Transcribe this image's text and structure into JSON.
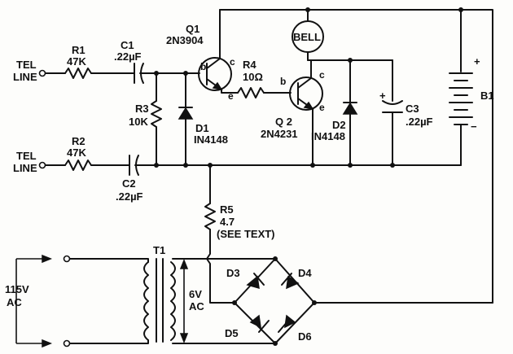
{
  "labels": {
    "tel_line_top_1": "TEL",
    "tel_line_top_2": "LINE",
    "tel_line_bot_1": "TEL",
    "tel_line_bot_2": "LINE",
    "r1_name": "R1",
    "r1_value": "47K",
    "c1_name": "C1",
    "c1_value": ".22µF",
    "q1_name": "Q1",
    "q1_part": "2N3904",
    "r3_name": "R3",
    "r3_value": "10K",
    "d1_name": "D1",
    "d1_part": "IN4148",
    "r4_name": "R4",
    "r4_value": "10Ω",
    "q2_name": "Q 2",
    "q2_part": "2N4231",
    "bell": "BELL",
    "d2_name": "D2",
    "d2_part": "IN4148",
    "c3_name": "C3",
    "c3_value": ".22µF",
    "b1_name": "B1",
    "plus_batt": "+",
    "minus_batt": "−",
    "plus_cap": "+",
    "r2_name": "R2",
    "r2_value": "47K",
    "c2_name": "C2",
    "c2_value": ".22µF",
    "r5_name": "R5",
    "r5_value": "4.7",
    "r5_note": "(SEE TEXT)",
    "t1_name": "T1",
    "primary_1": "115V",
    "primary_2": "AC",
    "secondary_1": "6V",
    "secondary_2": "AC",
    "d3_name": "D3",
    "d4_name": "D4",
    "d5_name": "D5",
    "d6_name": "D6",
    "q1_b": "b",
    "q1_c": "c",
    "q1_e": "e",
    "q2_b": "b",
    "q2_c": "c",
    "q2_e": "e"
  }
}
